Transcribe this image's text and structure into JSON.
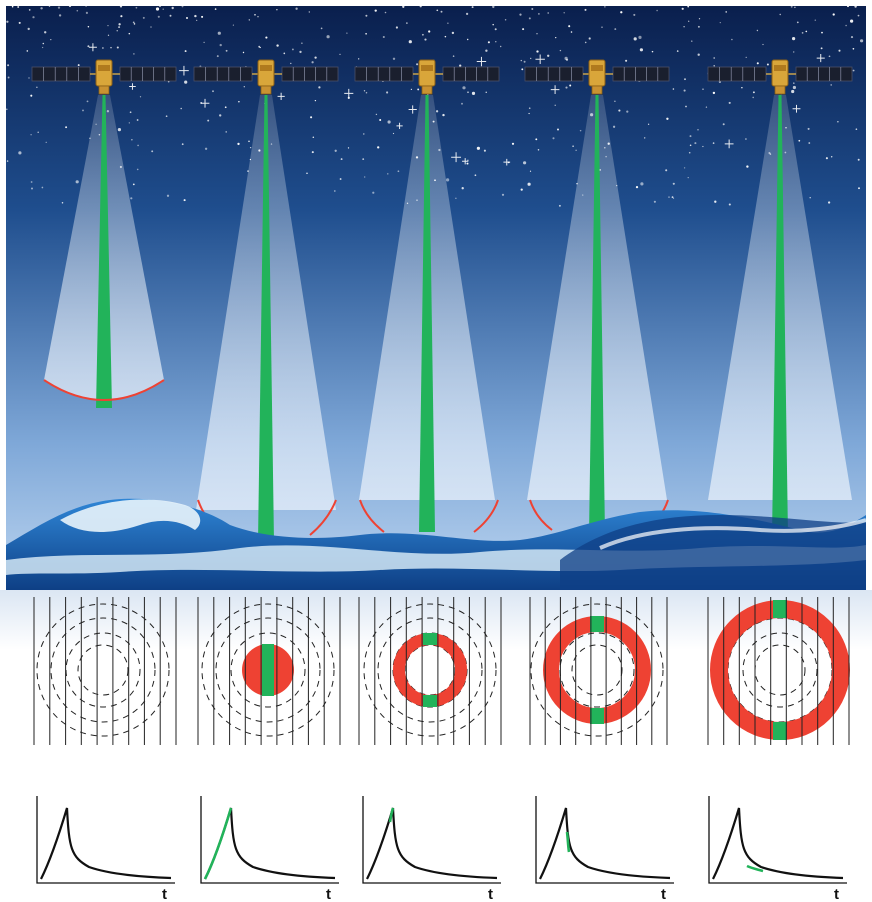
{
  "panels": [
    {
      "footprint_state": "none",
      "waveform_highlight": "none"
    },
    {
      "footprint_state": "disc",
      "waveform_highlight": "leading-edge"
    },
    {
      "footprint_state": "ring",
      "waveform_highlight": "peak"
    },
    {
      "footprint_state": "ring",
      "waveform_highlight": "early-trailing-edge"
    },
    {
      "footprint_state": "ring",
      "waveform_highlight": "late-trailing-edge"
    }
  ],
  "waveform": {
    "axis_label": "t"
  },
  "colors": {
    "sky_top": "#0b2a5c",
    "sky_bottom": "#9fc1e6",
    "sea": "#1a63b8",
    "beam": "#dfe9f6",
    "nadir": "#22b35a",
    "footprint": "#ee4233",
    "grid_line": "#222222",
    "waveform": "#111111"
  },
  "icons": [
    "satellite-icon"
  ]
}
